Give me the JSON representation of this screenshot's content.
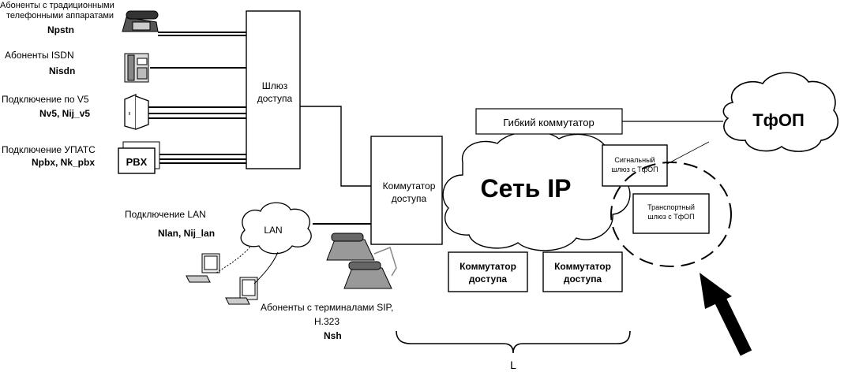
{
  "subscribers": {
    "analog_label_1": "Абоненты с традиционными",
    "analog_label_2": "телефонными аппаратами",
    "analog_var": "Npstn",
    "isdn_label": "Абоненты ISDN",
    "isdn_var": "Nisdn",
    "v5_label": "Подключение по V5",
    "v5_var": "Nv5, Nij_v5",
    "pbx_label": "Подключение УПАТС",
    "pbx_var": "Npbx, Nk_pbx",
    "pbx_box": "PBX",
    "lan_label": "Подключение LAN",
    "lan_var": "Nlan, Nij_lan",
    "lan_cloud": "LAN",
    "sip_label_1": "Абоненты с терминалами SIP,",
    "sip_label_2": "H.323",
    "sip_var": "Nsh"
  },
  "nodes": {
    "gateway_line1": "Шлюз",
    "gateway_line2": "доступа",
    "access_switch_line1": "Коммутатор",
    "access_switch_line2": "доступа",
    "ip_network": "Сеть IP",
    "softswitch": "Гибкий коммутатор",
    "signal_gw_line1": "Сигнальный",
    "signal_gw_line2": "шлюз с ТфОП",
    "transport_gw_line1": "Транспортный",
    "transport_gw_line2": "шлюз с ТфОП",
    "pstn": "ТфОП",
    "switch2_line1": "Коммутатор",
    "switch2_line2": "доступа",
    "switch3_line1": "Коммутатор",
    "switch3_line2": "доступа",
    "brace_label": "L"
  }
}
